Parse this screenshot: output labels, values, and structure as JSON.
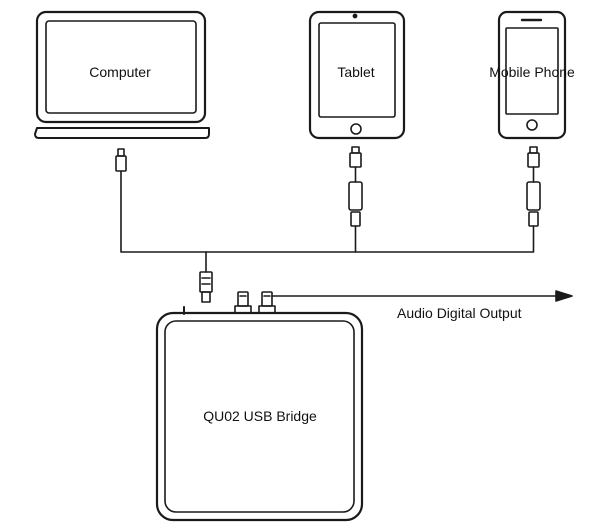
{
  "devices": {
    "computer": "Computer",
    "tablet": "Tablet",
    "phone": "Mobile Phone"
  },
  "bridge": {
    "label": "QU02 USB Bridge"
  },
  "output": {
    "label": "Audio Digital Output"
  },
  "colors": {
    "stroke": "#1a1a1a",
    "background": "#ffffff"
  }
}
